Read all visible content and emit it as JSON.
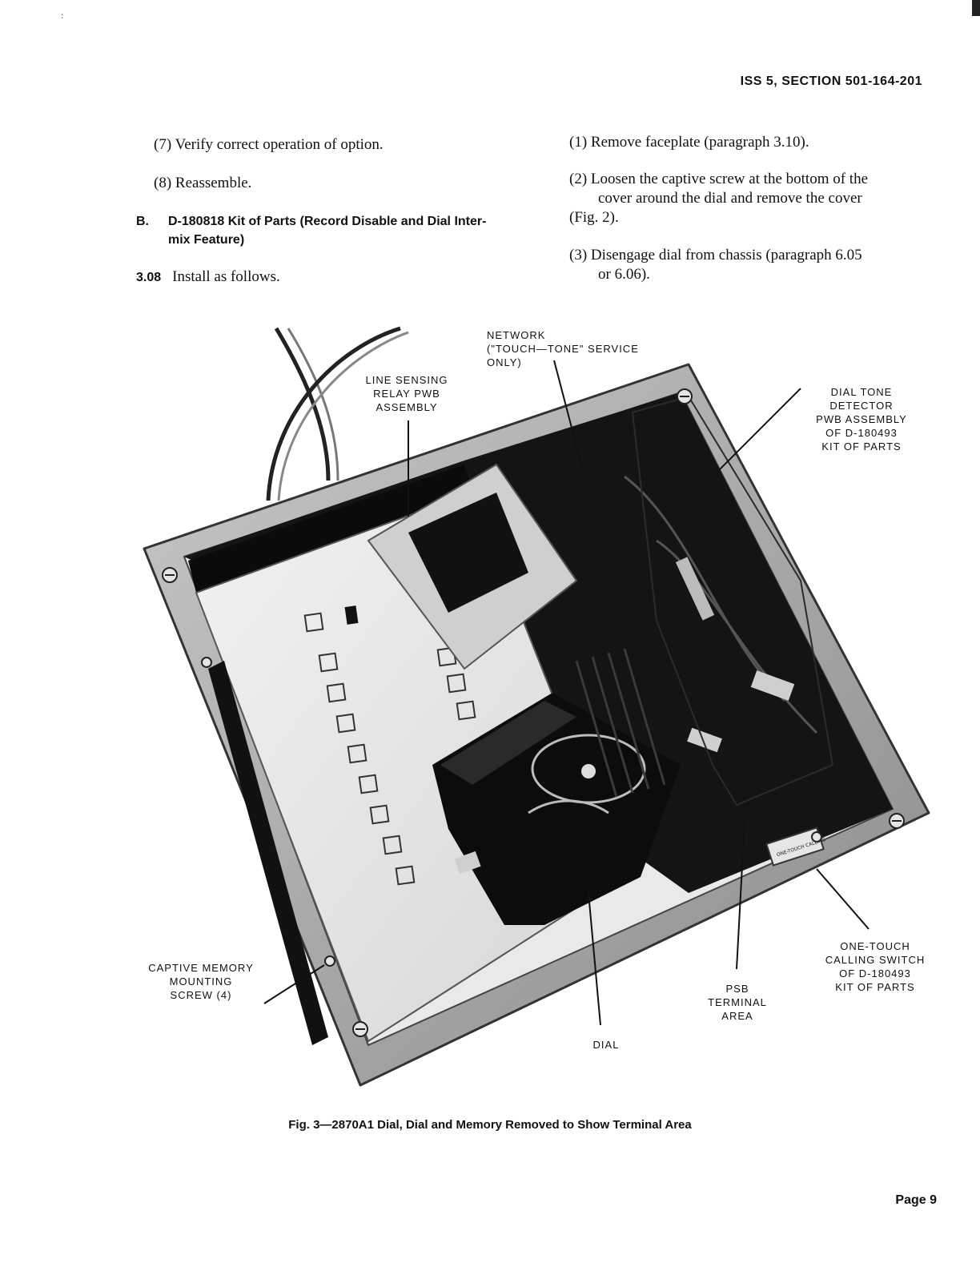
{
  "header": {
    "section": "ISS 5, SECTION 501-164-201"
  },
  "stray_mark": ":",
  "left_column": {
    "steps": [
      {
        "num": "(7)",
        "text": "Verify correct operation of option."
      },
      {
        "num": "(8)",
        "text": "Reassemble."
      }
    ],
    "subsection": {
      "label": "B.",
      "title": "D-180818 Kit of Parts (Record Disable and Dial Inter-",
      "title_cont": "mix Feature)"
    },
    "paragraph": {
      "num": "3.08",
      "text": "Install as follows."
    }
  },
  "right_column": {
    "steps": [
      {
        "num": "(1)",
        "line1": "Remove faceplate (paragraph 3.10).",
        "line2": ""
      },
      {
        "num": "(2)",
        "line1": "Loosen the captive screw at the bottom of the",
        "line2": "cover around the dial and remove the cover",
        "line3": "(Fig. 2)."
      },
      {
        "num": "(3)",
        "line1": "Disengage dial from chassis (paragraph 6.05",
        "line2": "or 6.06)."
      }
    ]
  },
  "figure": {
    "callouts": {
      "network": "NETWORK\n(\"TOUCH—TONE\" SERVICE\nONLY)",
      "line_sensing": "LINE SENSING\nRELAY PWB\nASSEMBLY",
      "dial_tone": "DIAL TONE\nDETECTOR\nPWB ASSEMBLY\nOF D-180493\nKIT OF PARTS",
      "captive_memory": "CAPTIVE MEMORY\nMOUNTING\nSCREW (4)",
      "psb_terminal": "PSB\nTERMINAL\nAREA",
      "dial": "DIAL",
      "one_touch": "ONE-TOUCH\nCALLING SWITCH\nOF D-180493\nKIT OF PARTS"
    },
    "switch_label": "ONE-TOUCH CALLING",
    "caption": "Fig. 3—2870A1 Dial, Dial and Memory Removed to Show Terminal Area"
  },
  "footer": {
    "page": "Page 9"
  }
}
